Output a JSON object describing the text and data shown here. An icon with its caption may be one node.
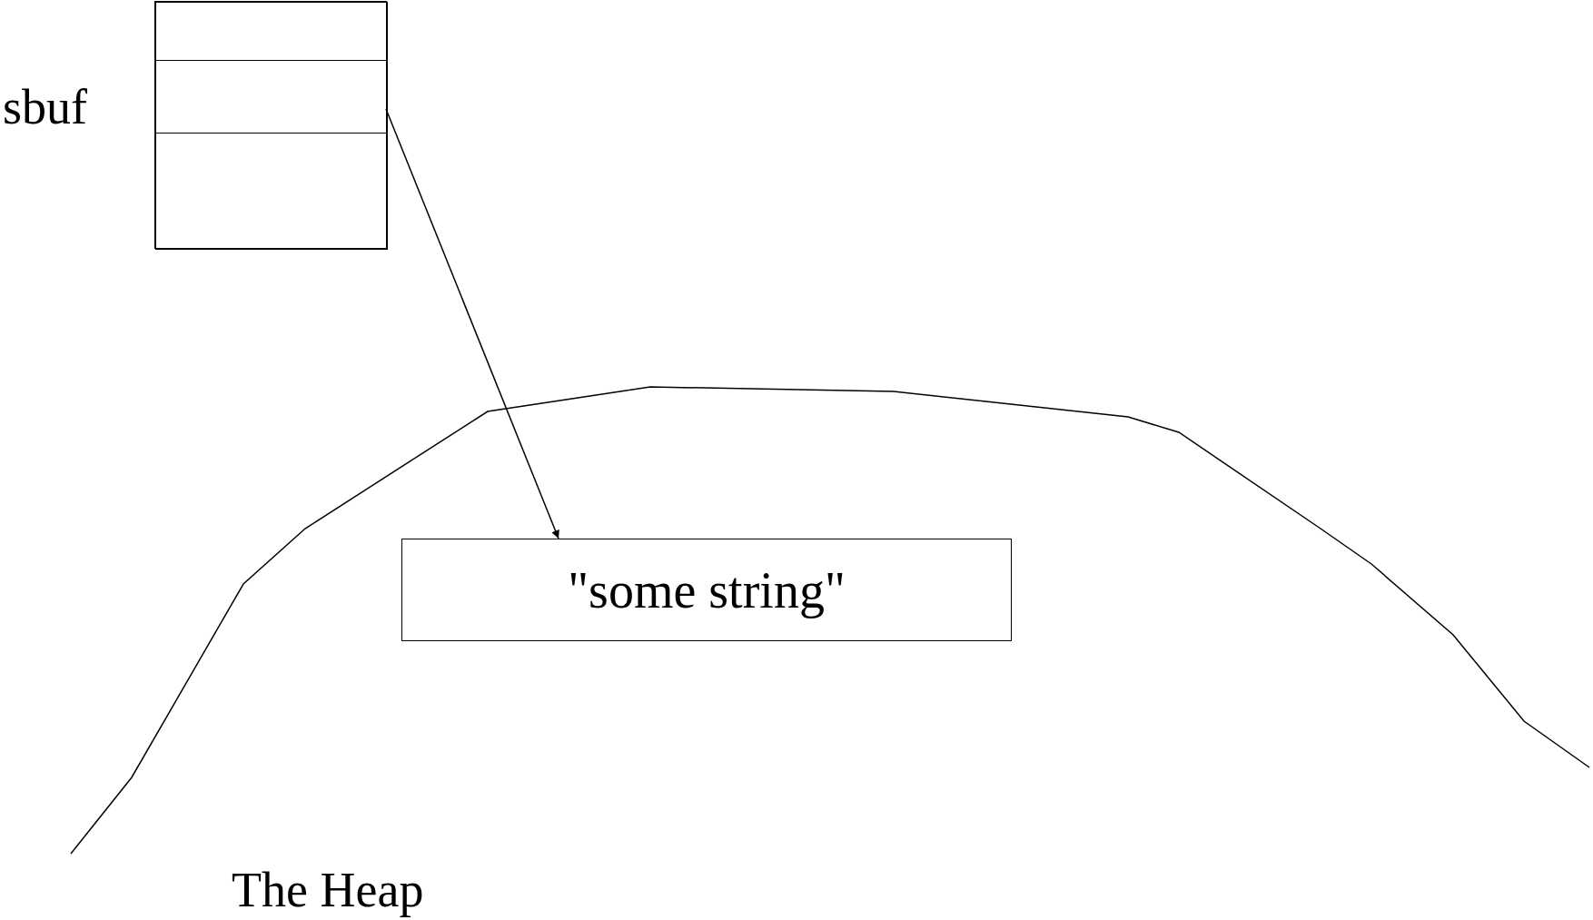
{
  "diagram": {
    "nodes": [
      {
        "text": [],
        "shape": "box"
      },
      {
        "text": [],
        "shape": "box",
        "in": 0
      },
      {
        "text": [],
        "shape": "box",
        "in": 0,
        "beside": [
          "sbuf"
        ]
      },
      {
        "text": [],
        "shape": "box",
        "in": 0
      },
      {
        "text": [
          "The Heap"
        ]
      },
      {
        "text": [
          "\"some string\""
        ],
        "in": 4
      }
    ],
    "edges": [
      {
        "from": 2,
        "to": 5,
        "arrow": "to"
      }
    ]
  }
}
